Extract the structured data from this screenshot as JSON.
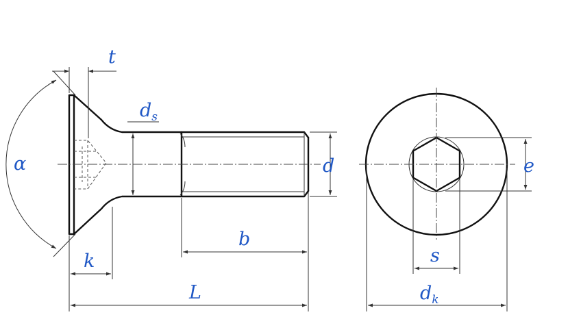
{
  "colors": {
    "background": "#ffffff",
    "outline": "#111111",
    "dimension_line": "#333333",
    "label": "#1f57c5"
  },
  "labels": {
    "t": "t",
    "ds": {
      "base": "d",
      "subscript": "s"
    },
    "alpha": "α",
    "d": "d",
    "e": "e",
    "k": "k",
    "b": "b",
    "L": "L",
    "s": "s",
    "dk": {
      "base": "d",
      "subscript": "k"
    }
  }
}
